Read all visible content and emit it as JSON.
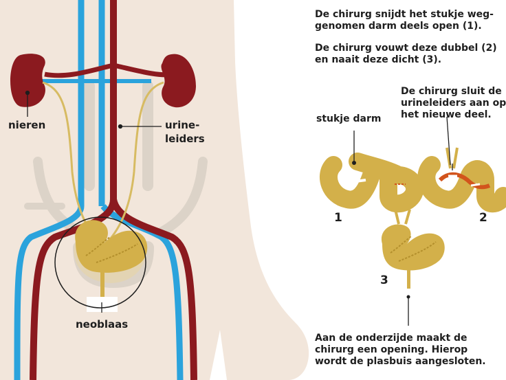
{
  "labels": {
    "kidneys": "nieren",
    "ureters_1": "urine-",
    "ureters_2": "leiders",
    "neobladder": "neoblaas",
    "intestine_piece": "stukje darm"
  },
  "text": {
    "step_a_1": "De chirurg snijdt het stukje weg-",
    "step_a_2": "genomen darm deels open (1).",
    "step_b_1": "De chirurg vouwt deze dubbel (2)",
    "step_b_2": "en naait deze dicht (3).",
    "step_c_1": "De chirurg sluit de",
    "step_c_2": "urineleiders aan op",
    "step_c_3": "het nieuwe deel.",
    "step_d_1": "Aan de onderzijde maakt de",
    "step_d_2": "chirurg een opening. Hierop",
    "step_d_3": "wordt de plasbuis aangesloten."
  },
  "numbers": {
    "n1": "1",
    "n2": "2",
    "n3": "3"
  },
  "colors": {
    "body_skin": "#f2e6db",
    "artery_red": "#8b1a1f",
    "vein_blue": "#2ba3dc",
    "intestine_yellow": "#d3b04a",
    "intestine_dark": "#b38f2c",
    "inner_orange": "#d2541c",
    "ureter_yellow": "#d7bb62",
    "bone_grey": "#dcd3c8"
  }
}
